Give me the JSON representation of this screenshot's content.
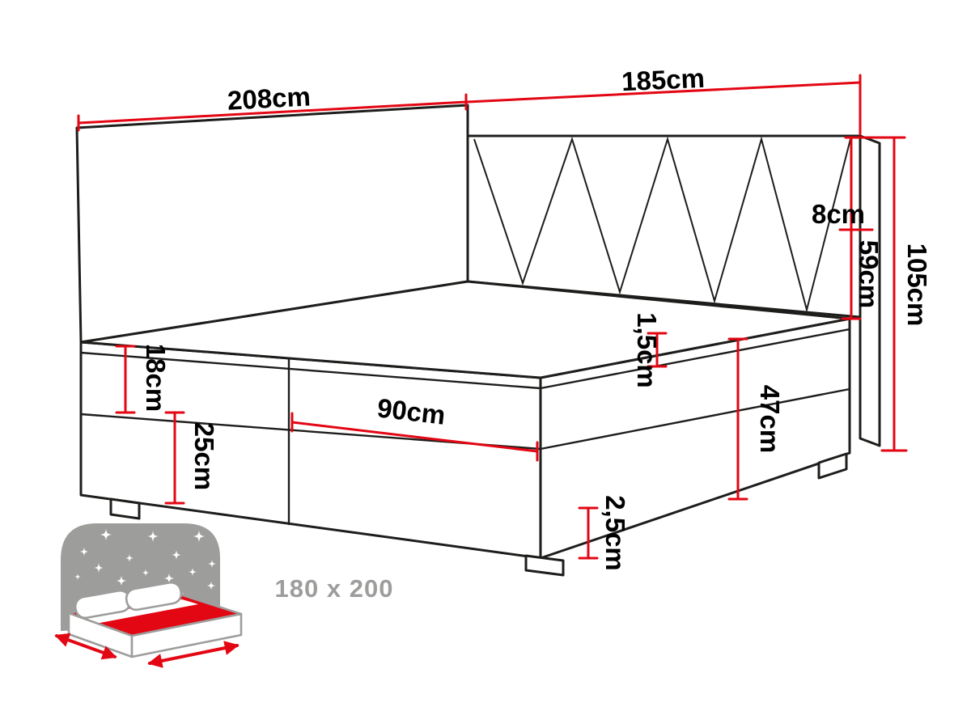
{
  "labels": {
    "width_left": "208cm",
    "width_right": "185cm",
    "headboard_top": "8cm",
    "headboard_height": "59cm",
    "total_height": "105cm",
    "mattress_height": "18cm",
    "base_height": "25cm",
    "half_width": "90cm",
    "topper_height": "1,5cm",
    "side_height": "47cm",
    "feet_height": "2,5cm",
    "size": "180 x 200"
  },
  "colors": {
    "dimension_red": "#e30613",
    "line_black": "#1d1d1b",
    "icon_grey": "#9d9d9c"
  }
}
